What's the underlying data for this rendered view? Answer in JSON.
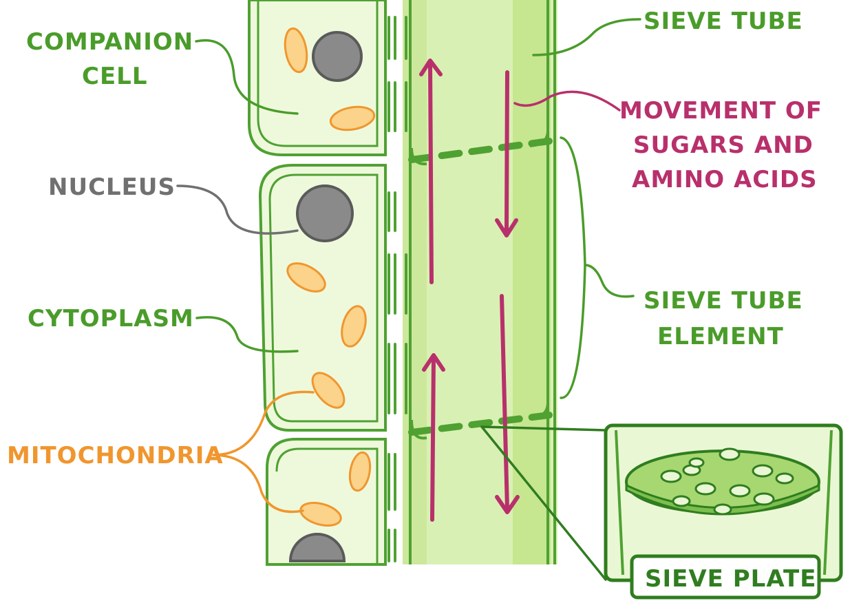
{
  "labels": {
    "companion_cell": [
      "COMPANION",
      "CELL"
    ],
    "nucleus": "NUCLEUS",
    "cytoplasm": "CYTOPLASM",
    "mitochondria": "MITOCHONDRIA",
    "sieve_tube": "SIEVE TUBE",
    "movement": [
      "MOVEMENT OF",
      "SUGARS AND",
      "AMINO ACIDS"
    ],
    "sieve_tube_element": [
      "SIEVE TUBE",
      "ELEMENT"
    ],
    "sieve_plate": "SIEVE PLATE"
  },
  "colors": {
    "label_green": "#4a9c2a",
    "label_grey": "#707070",
    "label_orange": "#f0962e",
    "label_magenta": "#b8306b",
    "cell_fill": "#eef9dc",
    "tube_fill": "#d9f0b4",
    "wall": "#4fa132"
  }
}
